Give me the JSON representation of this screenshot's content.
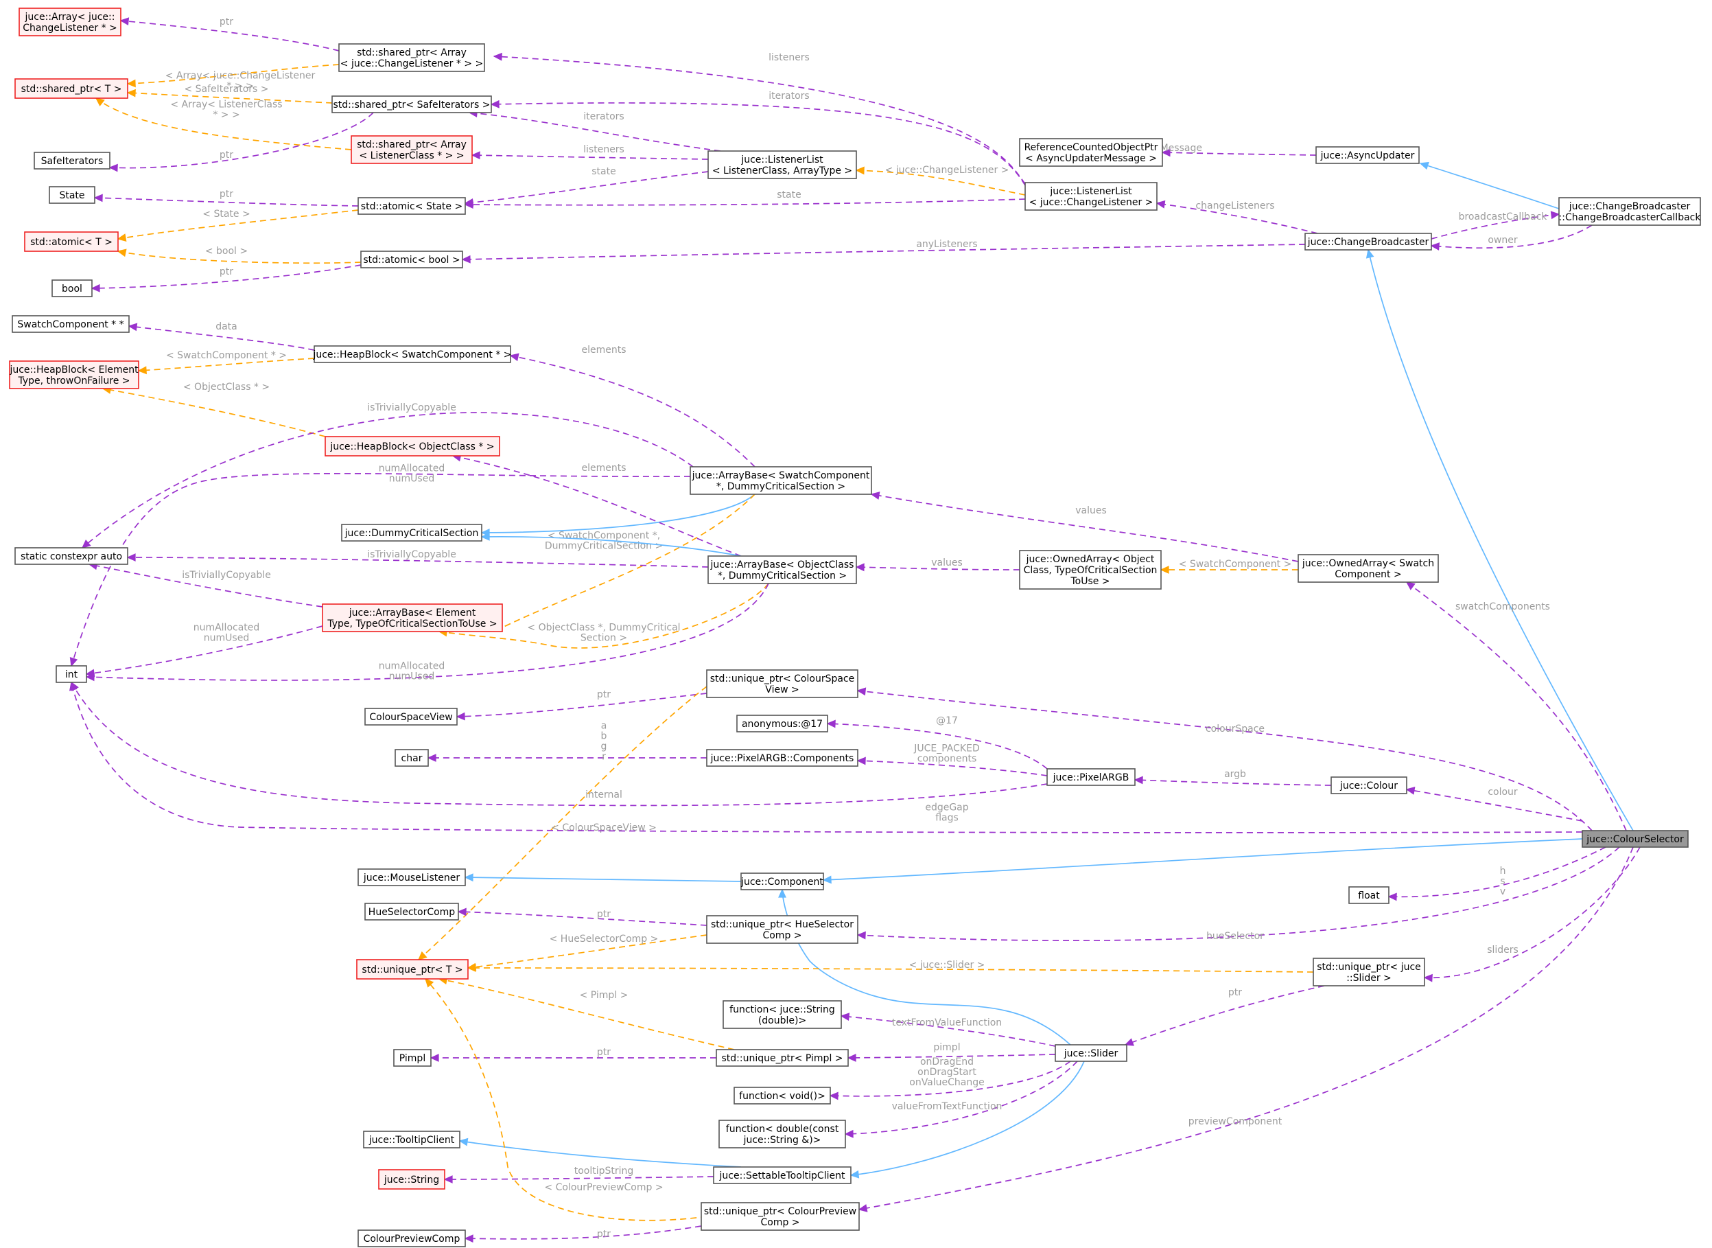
{
  "nodes": {
    "n_array_cl": {
      "lines": [
        "juce::Array< juce::",
        "ChangeListener * >"
      ],
      "style": "red"
    },
    "n_sp_T": {
      "lines": [
        "std::shared_ptr< T >"
      ],
      "style": "red"
    },
    "n_safeiter": {
      "lines": [
        "SafeIterators"
      ],
      "style": "normal"
    },
    "n_state": {
      "lines": [
        "State"
      ],
      "style": "normal"
    },
    "n_atomic_T": {
      "lines": [
        "std::atomic< T >"
      ],
      "style": "red"
    },
    "n_bool": {
      "lines": [
        "bool"
      ],
      "style": "normal"
    },
    "n_swpp": {
      "lines": [
        "SwatchComponent * *"
      ],
      "style": "normal"
    },
    "n_hb_et": {
      "lines": [
        "juce::HeapBlock< Element",
        "Type, throwOnFailure >"
      ],
      "style": "red"
    },
    "n_sce": {
      "lines": [
        "static constexpr auto"
      ],
      "style": "normal"
    },
    "n_int": {
      "lines": [
        "int"
      ],
      "style": "normal"
    },
    "n_csv": {
      "lines": [
        "ColourSpaceView"
      ],
      "style": "normal"
    },
    "n_char": {
      "lines": [
        "char"
      ],
      "style": "normal"
    },
    "n_mouse": {
      "lines": [
        "juce::MouseListener"
      ],
      "style": "normal"
    },
    "n_hsc": {
      "lines": [
        "HueSelectorComp"
      ],
      "style": "normal"
    },
    "n_up_T": {
      "lines": [
        "std::unique_ptr< T >"
      ],
      "style": "red"
    },
    "n_pimpl": {
      "lines": [
        "Pimpl"
      ],
      "style": "normal"
    },
    "n_tooltip": {
      "lines": [
        "juce::TooltipClient"
      ],
      "style": "normal"
    },
    "n_string": {
      "lines": [
        "juce::String"
      ],
      "style": "red"
    },
    "n_cpc": {
      "lines": [
        "ColourPreviewComp"
      ],
      "style": "normal"
    },
    "n_sp_arr_cl": {
      "lines": [
        "std::shared_ptr< Array",
        "< juce::ChangeListener * > >"
      ],
      "style": "normal"
    },
    "n_sp_safe": {
      "lines": [
        "std::shared_ptr< SafeIterators >"
      ],
      "style": "normal"
    },
    "n_sp_arr_lc": {
      "lines": [
        "std::shared_ptr< Array",
        "< ListenerClass * > >"
      ],
      "style": "red"
    },
    "n_atomic_state": {
      "lines": [
        "std::atomic< State >"
      ],
      "style": "normal"
    },
    "n_atomic_bool": {
      "lines": [
        "std::atomic< bool >"
      ],
      "style": "normal"
    },
    "n_hb_swatch": {
      "lines": [
        "juce::HeapBlock< SwatchComponent * >"
      ],
      "style": "normal"
    },
    "n_hb_oc": {
      "lines": [
        "juce::HeapBlock< ObjectClass * >"
      ],
      "style": "red"
    },
    "n_dcs": {
      "lines": [
        "juce::DummyCriticalSection"
      ],
      "style": "normal"
    },
    "n_ab_et": {
      "lines": [
        "juce::ArrayBase< Element",
        "Type, TypeOfCriticalSectionToUse >"
      ],
      "style": "red"
    },
    "n_ll_lc": {
      "lines": [
        "juce::ListenerList",
        "< ListenerClass, ArrayType >"
      ],
      "style": "normal"
    },
    "n_ab_swatch": {
      "lines": [
        "juce::ArrayBase< SwatchComponent",
        "*, DummyCriticalSection >"
      ],
      "style": "normal"
    },
    "n_ab_oc": {
      "lines": [
        "juce::ArrayBase< ObjectClass",
        "*, DummyCriticalSection >"
      ],
      "style": "normal"
    },
    "n_up_csv": {
      "lines": [
        "std::unique_ptr< ColourSpace",
        "View >"
      ],
      "style": "normal"
    },
    "n_anon": {
      "lines": [
        "anonymous:@17"
      ],
      "style": "normal"
    },
    "n_pargb_comp": {
      "lines": [
        "juce::PixelARGB::Components"
      ],
      "style": "normal"
    },
    "n_component": {
      "lines": [
        "juce::Component"
      ],
      "style": "normal"
    },
    "n_up_hsc": {
      "lines": [
        "std::unique_ptr< HueSelector",
        "Comp >"
      ],
      "style": "normal"
    },
    "n_fn_str": {
      "lines": [
        "function< juce::String",
        "(double)>"
      ],
      "style": "normal"
    },
    "n_up_pimpl": {
      "lines": [
        "std::unique_ptr< Pimpl >"
      ],
      "style": "normal"
    },
    "n_fn_void": {
      "lines": [
        "function< void()>"
      ],
      "style": "normal"
    },
    "n_fn_dbl": {
      "lines": [
        "function< double(const",
        "juce::String &)>"
      ],
      "style": "normal"
    },
    "n_settable": {
      "lines": [
        "juce::SettableTooltipClient"
      ],
      "style": "normal"
    },
    "n_up_cpc": {
      "lines": [
        "std::unique_ptr< ColourPreview",
        "Comp >"
      ],
      "style": "normal"
    },
    "n_rcop": {
      "lines": [
        "ReferenceCountedObjectPtr",
        "< AsyncUpdaterMessage >"
      ],
      "style": "normal"
    },
    "n_ll_cl": {
      "lines": [
        "juce::ListenerList",
        "< juce::ChangeListener >"
      ],
      "style": "normal"
    },
    "n_oa_oc": {
      "lines": [
        "juce::OwnedArray< Object",
        "Class, TypeOfCriticalSection",
        "ToUse >"
      ],
      "style": "normal"
    },
    "n_pargb": {
      "lines": [
        "juce::PixelARGB"
      ],
      "style": "normal"
    },
    "n_slider": {
      "lines": [
        "juce::Slider"
      ],
      "style": "normal"
    },
    "n_async": {
      "lines": [
        "juce::AsyncUpdater"
      ],
      "style": "normal"
    },
    "n_cb": {
      "lines": [
        "juce::ChangeBroadcaster"
      ],
      "style": "normal"
    },
    "n_oa_swatch": {
      "lines": [
        "juce::OwnedArray< Swatch",
        "Component >"
      ],
      "style": "normal"
    },
    "n_colour": {
      "lines": [
        "juce::Colour"
      ],
      "style": "normal"
    },
    "n_float": {
      "lines": [
        "float"
      ],
      "style": "normal"
    },
    "n_up_slider": {
      "lines": [
        "std::unique_ptr< juce",
        "::Slider >"
      ],
      "style": "normal"
    },
    "n_cbcb": {
      "lines": [
        "juce::ChangeBroadcaster",
        "::ChangeBroadcasterCallback"
      ],
      "style": "normal"
    },
    "n_cs": {
      "lines": [
        "juce::ColourSelector"
      ],
      "style": "focus"
    }
  },
  "edges": [
    {
      "id": "e01",
      "kind": "usage",
      "labels": [
        "ptr"
      ]
    },
    {
      "id": "e02",
      "kind": "template",
      "labels": [
        "< Array< juce::ChangeListener",
        "* > >"
      ]
    },
    {
      "id": "e03",
      "kind": "template",
      "labels": [
        "< SafeIterators >"
      ]
    },
    {
      "id": "e04",
      "kind": "template",
      "labels": [
        "< Array< ListenerClass",
        "* > >"
      ]
    },
    {
      "id": "e05",
      "kind": "usage",
      "labels": [
        "ptr"
      ]
    },
    {
      "id": "e06",
      "kind": "usage",
      "labels": [
        "ptr"
      ]
    },
    {
      "id": "e07",
      "kind": "template",
      "labels": [
        "< State >"
      ]
    },
    {
      "id": "e08",
      "kind": "template",
      "labels": [
        "< bool >"
      ]
    },
    {
      "id": "e09",
      "kind": "usage",
      "labels": [
        "ptr"
      ]
    },
    {
      "id": "e10",
      "kind": "usage",
      "labels": [
        "data"
      ]
    },
    {
      "id": "e11",
      "kind": "template",
      "labels": [
        "< SwatchComponent * >"
      ]
    },
    {
      "id": "e12",
      "kind": "template",
      "labels": [
        "< ObjectClass * >"
      ]
    },
    {
      "id": "e13",
      "kind": "usage",
      "labels": [
        "iterators"
      ]
    },
    {
      "id": "e14",
      "kind": "usage",
      "labels": [
        "listeners"
      ]
    },
    {
      "id": "e15",
      "kind": "usage",
      "labels": [
        "state"
      ]
    },
    {
      "id": "e16",
      "kind": "usage",
      "labels": [
        "elements"
      ]
    },
    {
      "id": "e17",
      "kind": "usage",
      "labels": [
        "isTriviallyCopyable"
      ]
    },
    {
      "id": "e18",
      "kind": "usage",
      "labels": [
        "numAllocated",
        "numUsed"
      ]
    },
    {
      "id": "e19",
      "kind": "inherit",
      "labels": []
    },
    {
      "id": "e20",
      "kind": "template",
      "labels": [
        "< SwatchComponent *,",
        "DummyCriticalSection >"
      ]
    },
    {
      "id": "e21",
      "kind": "usage",
      "labels": [
        "elements"
      ]
    },
    {
      "id": "e22",
      "kind": "inherit",
      "labels": []
    },
    {
      "id": "e23",
      "kind": "usage",
      "labels": [
        "isTriviallyCopyable"
      ]
    },
    {
      "id": "e24",
      "kind": "template",
      "labels": [
        "< ObjectClass *, DummyCritical",
        "Section >"
      ]
    },
    {
      "id": "e25",
      "kind": "usage",
      "labels": [
        "numAllocated",
        "numUsed"
      ]
    },
    {
      "id": "e26",
      "kind": "usage",
      "labels": [
        "isTriviallyCopyable"
      ]
    },
    {
      "id": "e27",
      "kind": "usage",
      "labels": [
        "numAllocated",
        "numUsed"
      ]
    },
    {
      "id": "e28",
      "kind": "usage",
      "labels": [
        "ptr"
      ]
    },
    {
      "id": "e29",
      "kind": "template",
      "labels": [
        "< ColourSpaceView >"
      ]
    },
    {
      "id": "e30",
      "kind": "usage",
      "labels": [
        "a",
        "b",
        "g",
        "r"
      ]
    },
    {
      "id": "e31",
      "kind": "inherit",
      "labels": []
    },
    {
      "id": "e32",
      "kind": "usage",
      "labels": [
        "ptr"
      ]
    },
    {
      "id": "e33",
      "kind": "template",
      "labels": [
        "< HueSelectorComp >"
      ]
    },
    {
      "id": "e34",
      "kind": "usage",
      "labels": [
        "ptr"
      ]
    },
    {
      "id": "e35",
      "kind": "template",
      "labels": [
        "< Pimpl >"
      ]
    },
    {
      "id": "e36",
      "kind": "inherit",
      "labels": []
    },
    {
      "id": "e37",
      "kind": "usage",
      "labels": [
        "tooltipString"
      ]
    },
    {
      "id": "e38",
      "kind": "usage",
      "labels": [
        "ptr"
      ]
    },
    {
      "id": "e39",
      "kind": "template",
      "labels": [
        "< ColourPreviewComp >"
      ]
    },
    {
      "id": "e40",
      "kind": "usage",
      "labels": [
        "activeMessage"
      ]
    },
    {
      "id": "e41",
      "kind": "usage",
      "labels": [
        "listeners"
      ]
    },
    {
      "id": "e42",
      "kind": "usage",
      "labels": [
        "iterators"
      ]
    },
    {
      "id": "e43",
      "kind": "usage",
      "labels": [
        "state"
      ]
    },
    {
      "id": "e44",
      "kind": "template",
      "labels": [
        "< juce::ChangeListener >"
      ]
    },
    {
      "id": "e45",
      "kind": "usage",
      "labels": [
        "values"
      ]
    },
    {
      "id": "e46",
      "kind": "usage",
      "labels": [
        "@17"
      ]
    },
    {
      "id": "e47",
      "kind": "usage",
      "labels": [
        "JUCE_PACKED",
        "components"
      ]
    },
    {
      "id": "e48",
      "kind": "usage",
      "labels": [
        "internal"
      ]
    },
    {
      "id": "e49",
      "kind": "usage",
      "labels": [
        "textFromValueFunction"
      ]
    },
    {
      "id": "e50",
      "kind": "usage",
      "labels": [
        "pimpl"
      ]
    },
    {
      "id": "e51",
      "kind": "usage",
      "labels": [
        "onDragEnd",
        "onDragStart",
        "onValueChange"
      ]
    },
    {
      "id": "e52",
      "kind": "usage",
      "labels": [
        "valueFromTextFunction"
      ]
    },
    {
      "id": "e53",
      "kind": "inherit",
      "labels": []
    },
    {
      "id": "e54",
      "kind": "inherit",
      "labels": []
    },
    {
      "id": "e55",
      "kind": "inherit",
      "labels": []
    },
    {
      "id": "e56",
      "kind": "usage",
      "labels": [
        "changeListeners"
      ]
    },
    {
      "id": "e57",
      "kind": "usage",
      "labels": [
        "anyListeners"
      ]
    },
    {
      "id": "e58",
      "kind": "usage",
      "labels": [
        "broadcastCallback"
      ]
    },
    {
      "id": "e59",
      "kind": "usage",
      "labels": [
        "owner"
      ]
    },
    {
      "id": "e60",
      "kind": "usage",
      "labels": [
        "values"
      ]
    },
    {
      "id": "e61",
      "kind": "template",
      "labels": [
        "< SwatchComponent >"
      ]
    },
    {
      "id": "e62",
      "kind": "usage",
      "labels": [
        "argb"
      ]
    },
    {
      "id": "e63",
      "kind": "template",
      "labels": [
        "< juce::Slider >"
      ]
    },
    {
      "id": "e64",
      "kind": "usage",
      "labels": [
        "ptr"
      ]
    },
    {
      "id": "e65",
      "kind": "inherit",
      "labels": []
    },
    {
      "id": "e66",
      "kind": "usage",
      "labels": [
        "swatchComponents"
      ]
    },
    {
      "id": "e67",
      "kind": "usage",
      "labels": [
        "colourSpace"
      ]
    },
    {
      "id": "e68",
      "kind": "usage",
      "labels": [
        "colour"
      ]
    },
    {
      "id": "e69",
      "kind": "usage",
      "labels": [
        "edgeGap",
        "flags"
      ]
    },
    {
      "id": "e70",
      "kind": "inherit",
      "labels": []
    },
    {
      "id": "e71",
      "kind": "usage",
      "labels": [
        "h",
        "s",
        "v"
      ]
    },
    {
      "id": "e72",
      "kind": "usage",
      "labels": [
        "hueSelector"
      ]
    },
    {
      "id": "e73",
      "kind": "usage",
      "labels": [
        "sliders"
      ]
    },
    {
      "id": "e74",
      "kind": "usage",
      "labels": [
        "previewComponent"
      ]
    }
  ],
  "colors": {
    "usage_edge": "#9a32cd",
    "template_edge": "#ffa500",
    "inheritance_edge": "#63b8ff",
    "label_text": "#9c9c9c",
    "focus_node_fill": "#999999",
    "template_node_border": "#ee2222"
  }
}
